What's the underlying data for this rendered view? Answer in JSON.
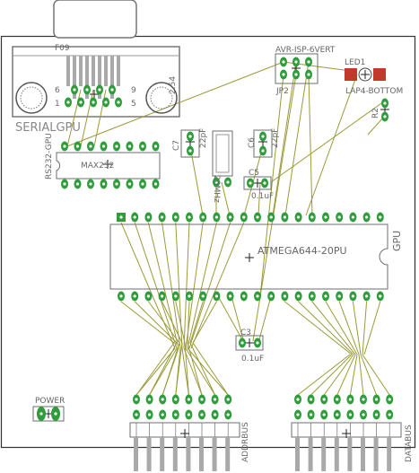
{
  "colors": {
    "background": "#ffffff",
    "outline": "#333333",
    "trace": "#9a9a3a",
    "pad": "#2e9e3a",
    "pad_hole": "#ffffff",
    "silk": "#6e6e6e",
    "connector_body": "#d8d8d8",
    "pin_metal": "#a9a9a9",
    "led": "#c0392b"
  },
  "labels": {
    "db9": "F09",
    "db9_pin6": "6",
    "db9_pin1": "1",
    "db9_pin9": "9",
    "db9_pin5": "5",
    "db9_pitch": "2.54",
    "serial": "SERIALGPU",
    "rs232": "RS232-GPU",
    "max232": "MAX232",
    "isp_header": "AVR-ISP-6VERT",
    "jp2": "JP2",
    "led1": "LED1",
    "led_pkg": "LAP4-BOTTOM",
    "r2": "R2",
    "c7": "C7",
    "c7_val": "22pF",
    "crystal": "20MHz",
    "c6": "C6",
    "c6_val": "22pF",
    "c5": "C5",
    "c5_val": "0.1uF",
    "mcu": "ATMEGA644-20PU",
    "mcu_ref": "GPU",
    "c3": "C3",
    "c3_val": "0.1uF",
    "power": "POWER",
    "addrbus": "ADDRBUS",
    "databus": "DATABUS"
  },
  "icons": [
    "mounting-hole-icon",
    "origin-cross-icon",
    "pin-one-notch-icon"
  ]
}
